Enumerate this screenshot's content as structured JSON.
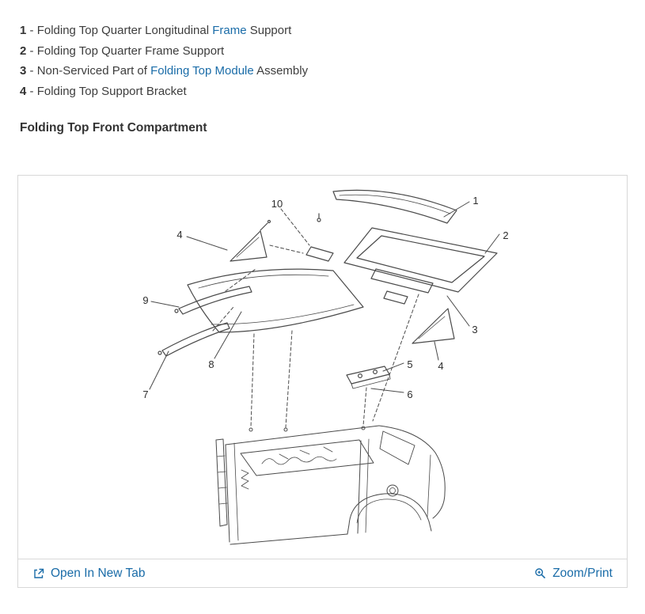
{
  "parts_list": [
    {
      "num": "1",
      "sep": " - ",
      "pre": "Folding Top Quarter Longitudinal ",
      "link": "Frame",
      "post": " Support"
    },
    {
      "num": "2",
      "sep": " - ",
      "pre": "Folding Top Quarter Frame Support",
      "link": "",
      "post": ""
    },
    {
      "num": "3",
      "sep": " - ",
      "pre": "Non-Serviced Part of ",
      "link": "Folding Top Module",
      "post": " Assembly"
    },
    {
      "num": "4",
      "sep": " - ",
      "pre": "Folding Top Support Bracket",
      "link": "",
      "post": ""
    }
  ],
  "heading": "Folding Top Front Compartment",
  "diagram": {
    "description": "Exploded parts view of folding top front compartment over rear car body",
    "callouts": {
      "c1": "1",
      "c2": "2",
      "c3": "3",
      "c4a": "4",
      "c4b": "4",
      "c5": "5",
      "c6": "6",
      "c7": "7",
      "c8": "8",
      "c9": "9",
      "c10": "10"
    }
  },
  "footer": {
    "open_link": "Open In New Tab",
    "zoom_link": "Zoom/Print"
  },
  "colors": {
    "link": "#1a6ca8",
    "text": "#3d3d3d",
    "line": "#4a4a4a",
    "border": "#d8d8d8"
  }
}
